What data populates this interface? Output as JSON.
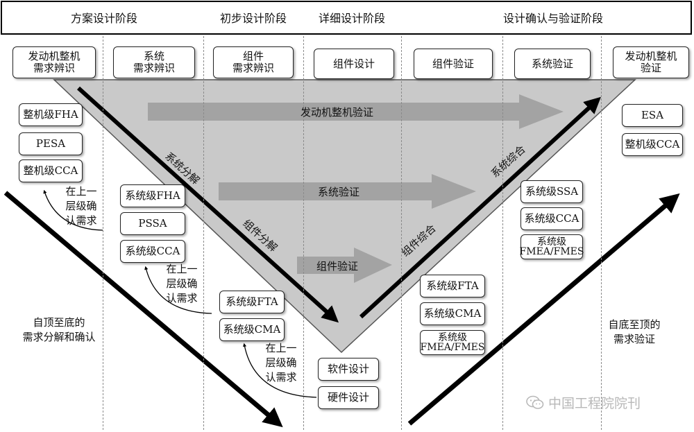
{
  "phases": [
    "方案设计阶段",
    "初步设计阶段",
    "详细设计阶段",
    "设计确认与验证阶段"
  ],
  "top_boxes": [
    "发动机整机\n需求辨识",
    "系统\n需求辨识",
    "组件\n需求辨识",
    "组件设计",
    "组件验证",
    "系统验证",
    "发动机整机\n验证"
  ],
  "left_col": [
    "整机级FHA",
    "PESA",
    "整机级CCA"
  ],
  "col2": [
    "系统级FHA",
    "PSSA",
    "系统级CCA"
  ],
  "col3": [
    "系统级FTA",
    "系统级CMA"
  ],
  "bottom_boxes": [
    "软件设计",
    "硬件设计"
  ],
  "mid_right": [
    "系统级FTA",
    "系统级CMA",
    "系统级\nFMEA/FMES"
  ],
  "right2": [
    "系统级SSA",
    "系统级CCA",
    "系统级\nFMEA/FMES"
  ],
  "right_col": [
    "ESA",
    "整机级CCA"
  ],
  "confirm_note": "在上一\n层级确\n认需求",
  "verify_arrows": [
    "发动机整机验证",
    "系统验证",
    "组件验证"
  ],
  "diag_labels": {
    "system_decomp": "系统分解",
    "component_decomp": "组件分解",
    "component_integ": "组件综合",
    "system_integ": "系统综合"
  },
  "left_side_note": "自顶至底的\n需求分解和确认",
  "right_side_note": "自底至顶的\n需求验证",
  "watermark": "中国工程院院刊",
  "colors": {
    "triangle_fill": "#c9c9c9",
    "wide_arrow": "#a3a3a3",
    "line": "#000000"
  }
}
